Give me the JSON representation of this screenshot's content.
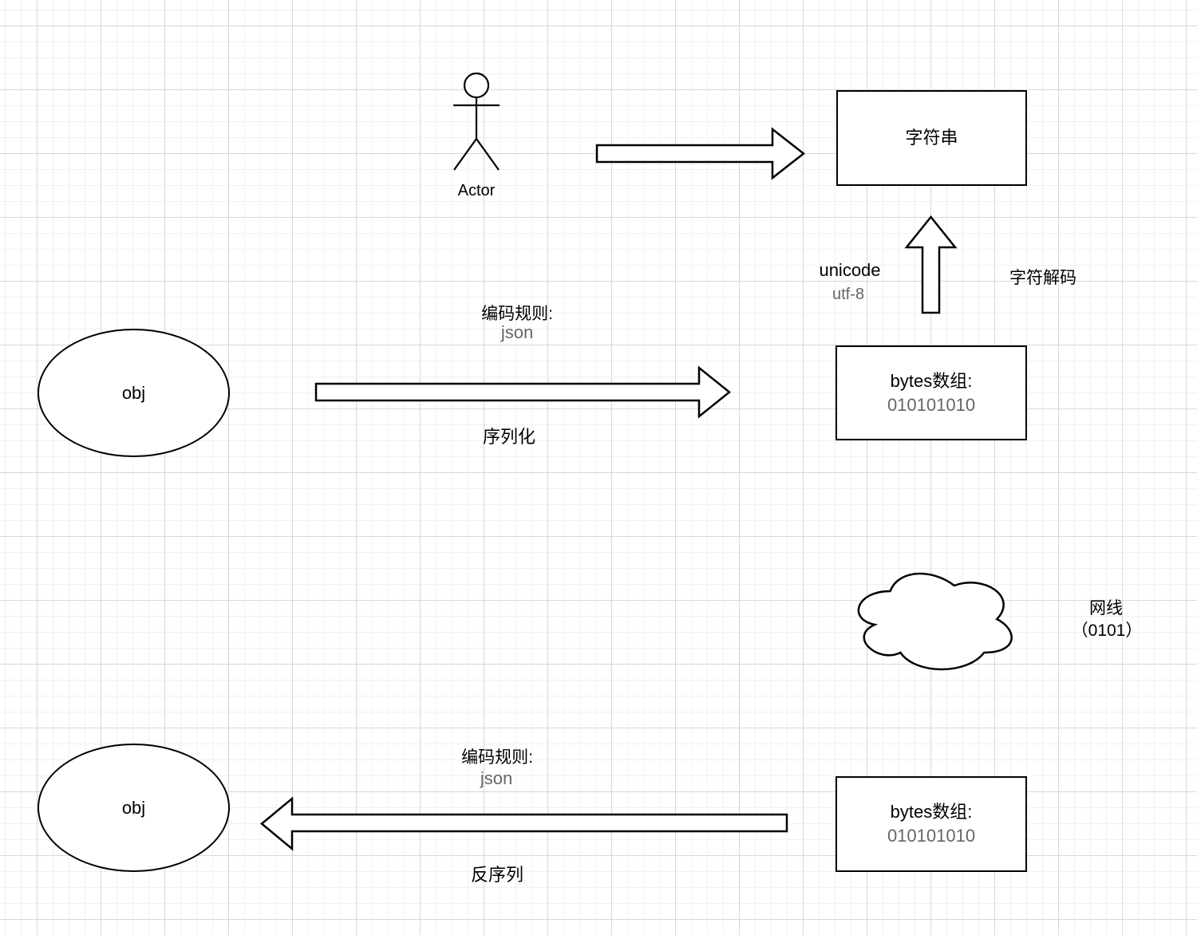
{
  "actor": {
    "label": "Actor"
  },
  "nodes": {
    "string_box": {
      "label": "字符串"
    },
    "bytes_top": {
      "title": "bytes数组:",
      "value": "010101010"
    },
    "bytes_bottom": {
      "title": "bytes数组:",
      "value": "010101010"
    },
    "obj_top": {
      "label": "obj"
    },
    "obj_bottom": {
      "label": "obj"
    },
    "cloud_label": {
      "line1": "网线",
      "line2": "（0101）"
    }
  },
  "edges": {
    "serialize": {
      "rule_label": "编码规则:",
      "rule_value": "json",
      "action": "序列化"
    },
    "deserialize": {
      "rule_label": "编码规则:",
      "rule_value": "json",
      "action": "反序列"
    },
    "decode": {
      "encoding": "unicode",
      "charset": "utf-8",
      "action": "字符解码"
    }
  },
  "colors": {
    "stroke": "#000000",
    "secondary_text": "#666666",
    "grid_major": "#d7d7d9",
    "grid_minor": "#f1f1f3"
  }
}
